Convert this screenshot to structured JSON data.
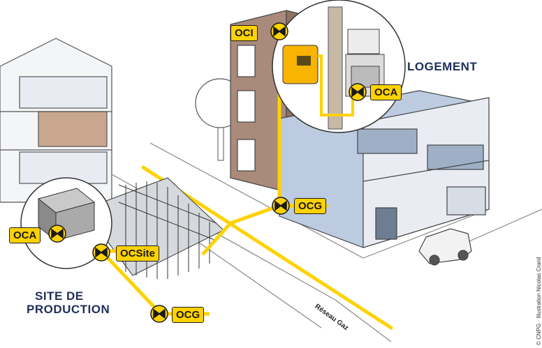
{
  "labels": {
    "oci": "OCI",
    "oca_logement": "OCA",
    "ocg_building": "OCG",
    "oca_site": "OCA",
    "ocsite": "OCSite",
    "ocg_site": "OCG"
  },
  "titles": {
    "logement": "LOGEMENT",
    "site_line1": "SITE DE",
    "site_line2": "PRODUCTION"
  },
  "road_label": "Réseau Gaz",
  "credit": "© CNPG · Illustration Nicolas Cranil",
  "colors": {
    "gas_pipe": "#ffd200",
    "label_text": "#1a1a1a",
    "title_text": "#1f2f5c"
  },
  "icons": [
    "valve-icon",
    "gas-meter-icon",
    "stove-icon",
    "car-icon",
    "tree-icon",
    "fence-icon",
    "generator-icon"
  ]
}
